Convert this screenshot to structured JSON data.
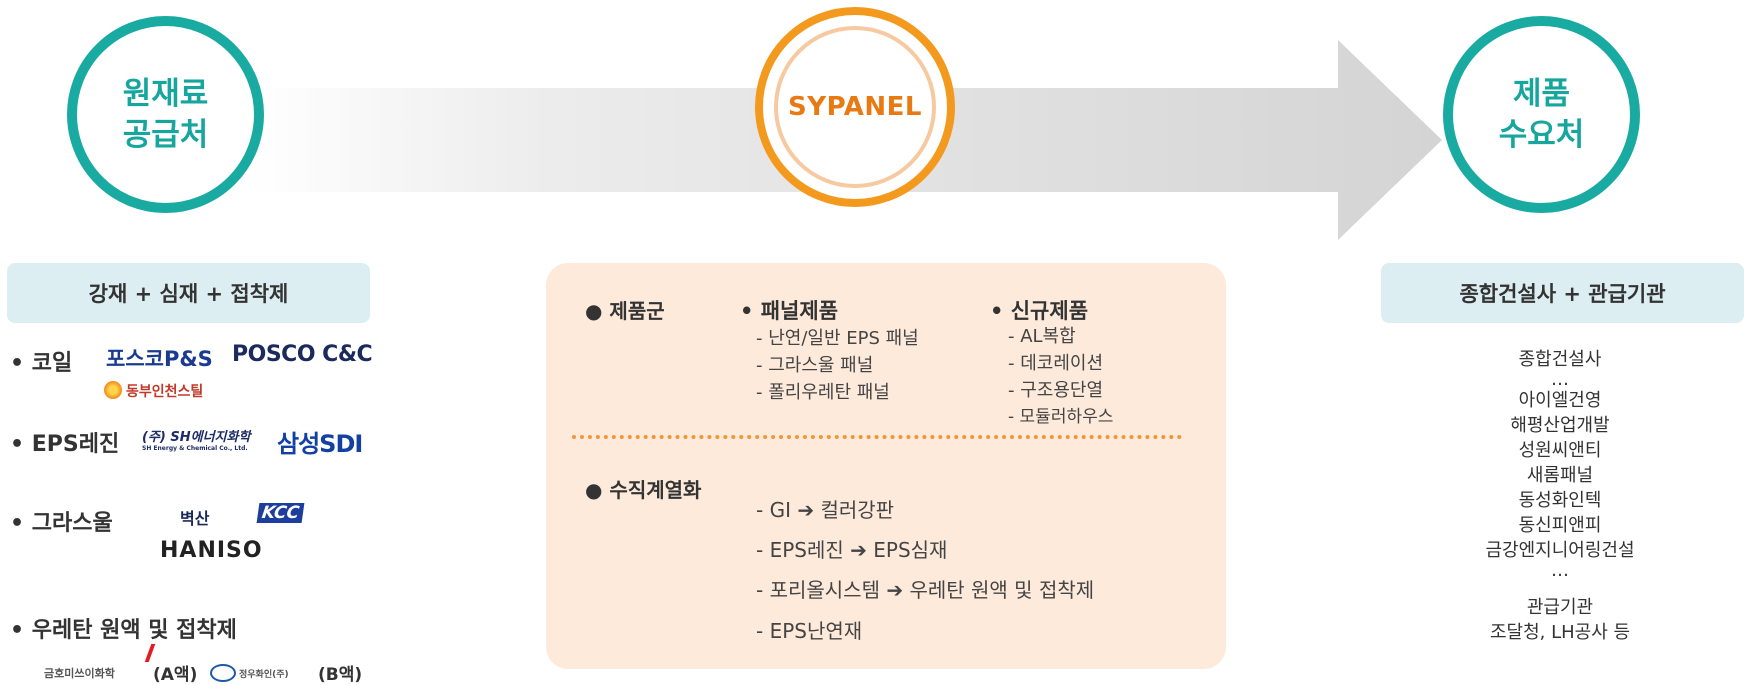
{
  "left": {
    "circle_title": "원재료\n공급처",
    "header": "강재 + 심재 + 접착제",
    "groups": {
      "coil": {
        "label": "• 코일",
        "logos": [
          "포스코P&S",
          "POSCO C&C",
          "동부인천스틸"
        ]
      },
      "eps": {
        "label": "• EPS레진",
        "logos": [
          "(주) SH에너지화학",
          "SH Energy & Chemical Co., Ltd.",
          "삼성SDI"
        ]
      },
      "glass": {
        "label": "• 그라스울",
        "logos": [
          "벽산",
          "KCC",
          "HANISO"
        ]
      },
      "urethane": {
        "label": "• 우레탄 원액 및 접착제",
        "logos": [
          "금호미쓰이화학",
          "(A액)",
          "정우화인(주)",
          "(B액)"
        ]
      }
    }
  },
  "center": {
    "circle_title": "SYPANEL",
    "product_group": {
      "label": "● 제품군",
      "panel_products": {
        "title": "• 패널제품",
        "items": [
          "- 난연/일반 EPS 패널",
          "- 그라스울 패널",
          "- 폴리우레탄 패널"
        ]
      },
      "new_products": {
        "title": "• 신규제품",
        "items": [
          "- AL복합",
          "- 데코레이션",
          "- 구조용단열",
          "- 모듈러하우스"
        ]
      }
    },
    "vertical": {
      "label": "● 수직계열화",
      "items": [
        {
          "from": "- GI",
          "arrow": "➔",
          "to": "컬러강판"
        },
        {
          "from": "- EPS레진",
          "arrow": "➔",
          "to": "EPS심재"
        },
        {
          "from": "- 포리올시스템",
          "arrow": "➔",
          "to": "우레탄 원액 및 접착제"
        },
        {
          "from": "- EPS난연재",
          "arrow": "",
          "to": ""
        }
      ]
    }
  },
  "right": {
    "circle_title": "제품\n수요처",
    "header": "종합건설사 + 관급기관",
    "list": [
      "종합건설사",
      "…",
      "아이엘건영",
      "해평산업개발",
      "성원씨앤티",
      "새롬패널",
      "동성화인텍",
      "동신피앤피",
      "금강엔지니어링건설",
      "…",
      "",
      "관급기관",
      "조달청, LH공사 등"
    ]
  },
  "colors": {
    "teal": "#19aaa2",
    "orange": "#f39a1e",
    "panel_bg": "#fdeadb",
    "header_bg": "#dceef2",
    "arrow_gray": "#d9d9d9"
  },
  "icons": [
    "flow-arrow",
    "bullet-dot",
    "right-arrow-icon",
    "dongbu-flower-icon",
    "kumho-logo-mark",
    "jeonwoo-logo-mark"
  ]
}
